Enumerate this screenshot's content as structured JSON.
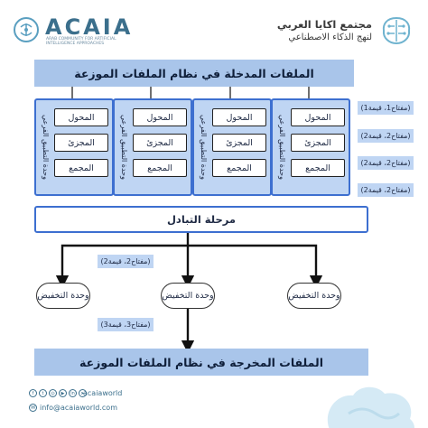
{
  "header": {
    "brand_name": "ACAIA",
    "brand_tagline": "ARAB COMMUNITY FOR ARTIFICIAL INTELLIGENCE APPROACHES",
    "org_name_ar": "مجتمع اكايا العربي",
    "org_sub_ar": "لنهج الذكاء الاصطناعي"
  },
  "diagram": {
    "input_title": "الملفات المدخلة في نظام الملفات الموزعة",
    "workers": [
      {
        "label": "وحدة التطبيق الفرعي",
        "stages": [
          "المحول",
          "المجزئ",
          "المجمع"
        ]
      },
      {
        "label": "وحدة التطبيق الفرعي",
        "stages": [
          "المحول",
          "المجزئ",
          "المجمع"
        ]
      },
      {
        "label": "وحدة التطبيق الفرعي",
        "stages": [
          "المحول",
          "المجزئ",
          "المجمع"
        ]
      },
      {
        "label": "وحدة التطبيق الفرعي",
        "stages": [
          "المحول",
          "المجزئ",
          "المجمع"
        ]
      }
    ],
    "kv_pairs": [
      "(مفتاح1، قيمة1)",
      "(مفتاح2، قيمة2)",
      "(مفتاح2، قيمة2)",
      "(مفتاح2، قيمة2)"
    ],
    "exchange_label": "مرحلة التبادل",
    "kv_mid": "(مفتاح2، قيمة2)",
    "reducers": [
      "وحدة التخفيض",
      "وحدة التخفيض",
      "وحدة التخفيض"
    ],
    "kv_low": "(مفتاح3، قيمة3)",
    "output_title": "الملفات المخرجة في نظام الملفات الموزعة"
  },
  "footer": {
    "handle": "acaiaworld",
    "email": "info@acaiaworld.com",
    "social_icons": [
      "facebook-icon",
      "twitter-icon",
      "instagram-icon",
      "youtube-icon",
      "linkedin-icon",
      "telegram-icon"
    ]
  },
  "colors": {
    "band": "#a9c5ea",
    "worker": "#bfd5f3",
    "border_blue": "#3d6fd0",
    "brand": "#3b6f8c"
  }
}
